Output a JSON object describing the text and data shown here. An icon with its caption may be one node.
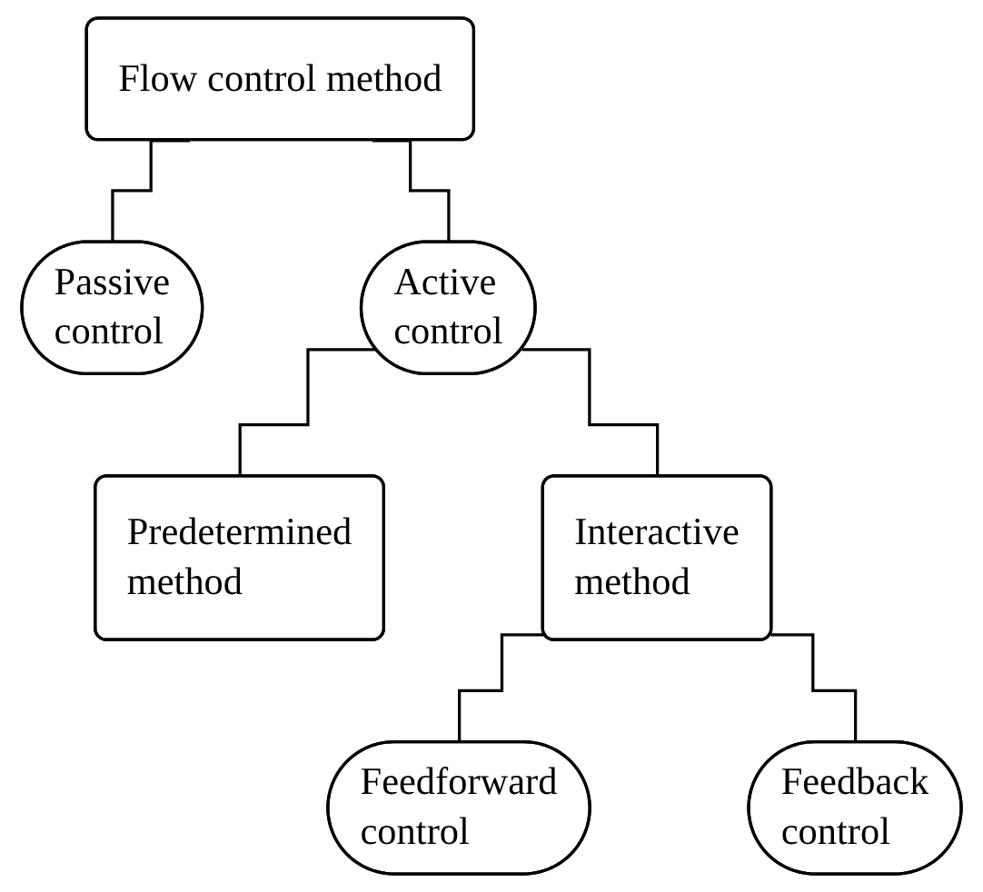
{
  "diagram": {
    "nodes": [
      {
        "text": [
          "Flow control method"
        ]
      },
      {
        "text": [
          "Passive control"
        ]
      },
      {
        "text": [
          "Active control"
        ]
      },
      {
        "text": [
          "Predetermined method"
        ]
      },
      {
        "text": [
          "Interactive method"
        ]
      },
      {
        "text": [
          "Feedforward control"
        ]
      },
      {
        "text": [
          "Feedback control"
        ]
      }
    ],
    "edges": [
      {
        "from": 0,
        "to": 1,
        "arrow": "none"
      },
      {
        "from": 0,
        "to": 2,
        "arrow": "none"
      },
      {
        "from": 2,
        "to": 3,
        "arrow": "none"
      },
      {
        "from": 2,
        "to": 4,
        "arrow": "none"
      },
      {
        "from": 4,
        "to": 5,
        "arrow": "none"
      },
      {
        "from": 4,
        "to": 6,
        "arrow": "none"
      }
    ]
  }
}
